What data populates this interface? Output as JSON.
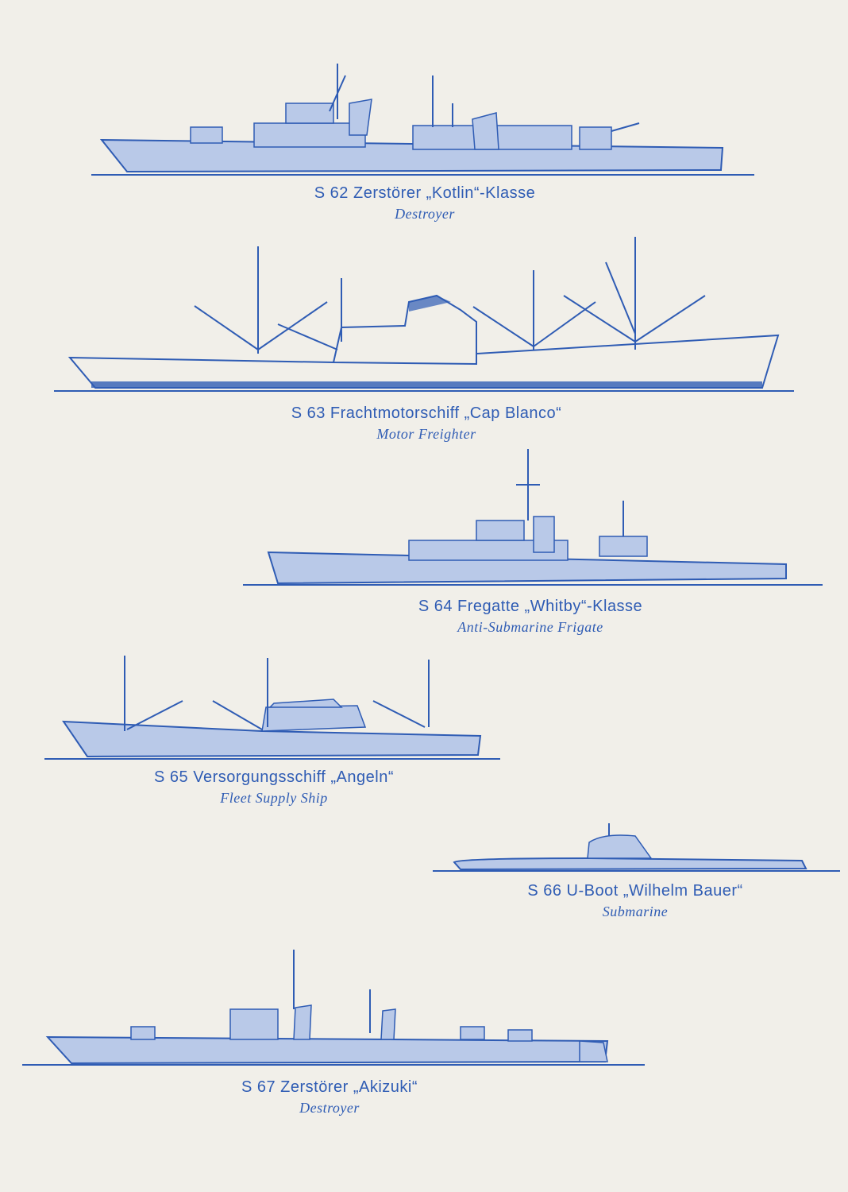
{
  "colors": {
    "ink": "#2f5cb4",
    "fill": "#b9c9e8",
    "paper": "#f1efe9"
  },
  "ships": [
    {
      "title": "S 62 Zerstörer „Kotlin“-Klasse",
      "subtitle": "Destroyer"
    },
    {
      "title": "S 63 Frachtmotorschiff „Cap Blanco“",
      "subtitle": "Motor Freighter"
    },
    {
      "title": "S 64 Fregatte „Whitby“-Klasse",
      "subtitle": "Anti-Submarine Frigate"
    },
    {
      "title": "S 65 Versorgungsschiff „Angeln“",
      "subtitle": "Fleet Supply Ship"
    },
    {
      "title": "S 66 U-Boot „Wilhelm Bauer“",
      "subtitle": "Submarine"
    },
    {
      "title": "S 67 Zerstörer „Akizuki“",
      "subtitle": "Destroyer"
    }
  ]
}
